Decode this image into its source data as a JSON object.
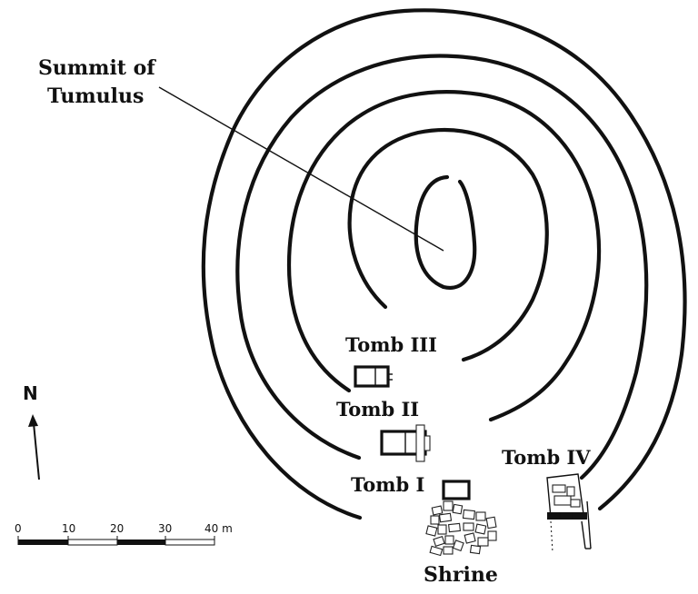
{
  "labels": {
    "summit_line1": "Summit of",
    "summit_line2": "Tumulus",
    "tomb3": "Tomb III",
    "tomb2": "Tomb II",
    "tomb1": "Tomb I",
    "tomb4": "Tomb IV",
    "shrine": "Shrine",
    "north": "N"
  },
  "scale_bar": {
    "ticks": [
      "0",
      "10",
      "20",
      "30",
      "40 m"
    ],
    "unit": "m"
  }
}
